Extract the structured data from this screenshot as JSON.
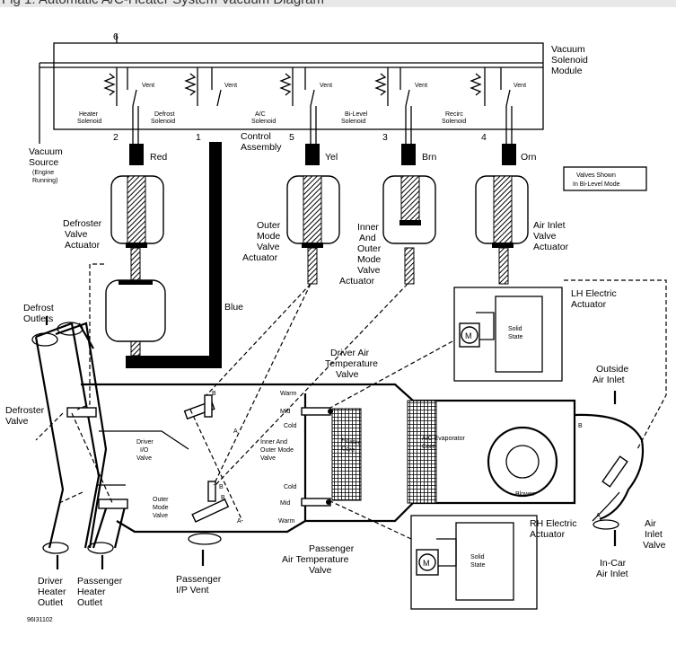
{
  "title": "Fig 1: Automatic A/C-Heater System Vacuum Diagram",
  "figure_id": "96I31102",
  "module": {
    "label_lines": [
      "Vacuum",
      "Solenoid",
      "Module"
    ],
    "terminal_6": "6",
    "vent": "Vent",
    "solenoids": [
      {
        "lines": [
          "Heater",
          "Solenoid"
        ],
        "number": "2"
      },
      {
        "lines": [
          "Defrost",
          "Solenoid"
        ],
        "number": "1"
      },
      {
        "lines": [
          "A/C",
          "Solenoid"
        ],
        "number": "5"
      },
      {
        "lines": [
          "Bi-Level",
          "Solenoid"
        ],
        "number": "3"
      },
      {
        "lines": [
          "Recirc",
          "Solenoid"
        ],
        "number": "4"
      }
    ]
  },
  "control_assembly": [
    "Control",
    "Assembly"
  ],
  "vacuum_source": [
    "Vacuum",
    "Source",
    "(Engine",
    "Running)"
  ],
  "hose_colors": {
    "red": "Red",
    "yel": "Yel",
    "brn": "Brn",
    "orn": "Orn",
    "blue": "Blue"
  },
  "valves_note": [
    "Valves Shown",
    "In Bi-Level Mode"
  ],
  "actuators": {
    "defroster": [
      "Defroster",
      "Valve",
      "Actuator"
    ],
    "outer_mode": [
      "Outer",
      "Mode",
      "Valve",
      "Actuator"
    ],
    "inner_outer": [
      "Inner",
      "And",
      "Outer",
      "Mode",
      "Valve",
      "Actuator"
    ],
    "air_inlet": [
      "Air Inlet",
      "Valve",
      "Actuator"
    ]
  },
  "lh_electric": [
    "LH Electric",
    "Actuator"
  ],
  "rh_electric": [
    "RH Electric",
    "Actuator"
  ],
  "motor": "M",
  "solid_state": [
    "Solid",
    "State"
  ],
  "labels": {
    "defrost_outlets": [
      "Defrost",
      "Outlets"
    ],
    "defroster_valve": [
      "Defroster",
      "Valve"
    ],
    "driver_air_temp": [
      "Driver Air",
      "Temperature",
      "Valve"
    ],
    "passenger_air_temp": [
      "Passenger",
      "Air Temperature",
      "Valve"
    ],
    "outside_air_inlet": [
      "Outside",
      "Air Inlet"
    ],
    "air_inlet_valve": [
      "Air",
      "Inlet",
      "Valve"
    ],
    "in_car_air_inlet": [
      "In-Car",
      "Air Inlet"
    ],
    "driver_io_valve": [
      "Driver",
      "I/O",
      "Valve"
    ],
    "inner_outer_mode_valve": [
      "Inner And",
      "Outer Mode",
      "Valve"
    ],
    "outer_mode_valve": [
      "Outer",
      "Mode",
      "Valve"
    ],
    "heater_core": [
      "Heater",
      "Core"
    ],
    "evaporator_core": [
      "A/C Evaporator",
      "Core"
    ],
    "blower": "Blower",
    "warm": "Warm",
    "mid": "Mid",
    "cold": "Cold",
    "a": "A",
    "b": "B",
    "driver_heater_outlet": [
      "Driver",
      "Heater",
      "Outlet"
    ],
    "passenger_heater_outlet": [
      "Passenger",
      "Heater",
      "Outlet"
    ],
    "passenger_ip_vent": [
      "Passenger",
      "I/P Vent"
    ]
  }
}
